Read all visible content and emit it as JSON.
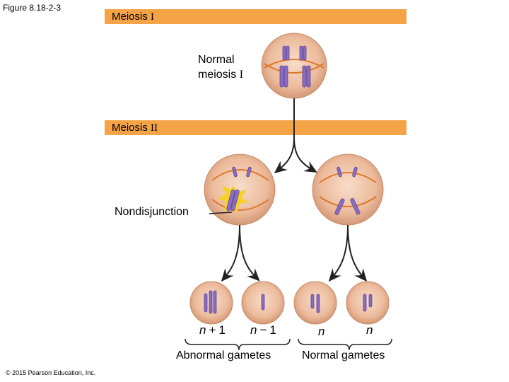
{
  "figure_label": "Figure 8.18-2-3",
  "band1": {
    "word": "Meiosis",
    "numeral": "I"
  },
  "band2": {
    "word": "Meiosis",
    "numeral": "II"
  },
  "normal_label_line1": "Normal",
  "normal_label_line2_word": "meiosis",
  "normal_label_line2_numeral": "I",
  "nondisjunction_label": "Nondisjunction",
  "gametes": [
    {
      "n": "n",
      "op": "+",
      "num": "1"
    },
    {
      "n": "n",
      "op": "−",
      "num": "1"
    },
    {
      "n": "n"
    },
    {
      "n": "n"
    }
  ],
  "abnormal_label": "Abnormal gametes",
  "normal_gametes_label": "Normal gametes",
  "copyright": "© 2015 Pearson Education, Inc.",
  "colors": {
    "band": "#f5a347",
    "cell": "#e8b593",
    "cell_edge": "#c88b68",
    "spindle": "#e0782a",
    "chromosome": "#8a6cc2",
    "highlight": "#f6d11e"
  }
}
